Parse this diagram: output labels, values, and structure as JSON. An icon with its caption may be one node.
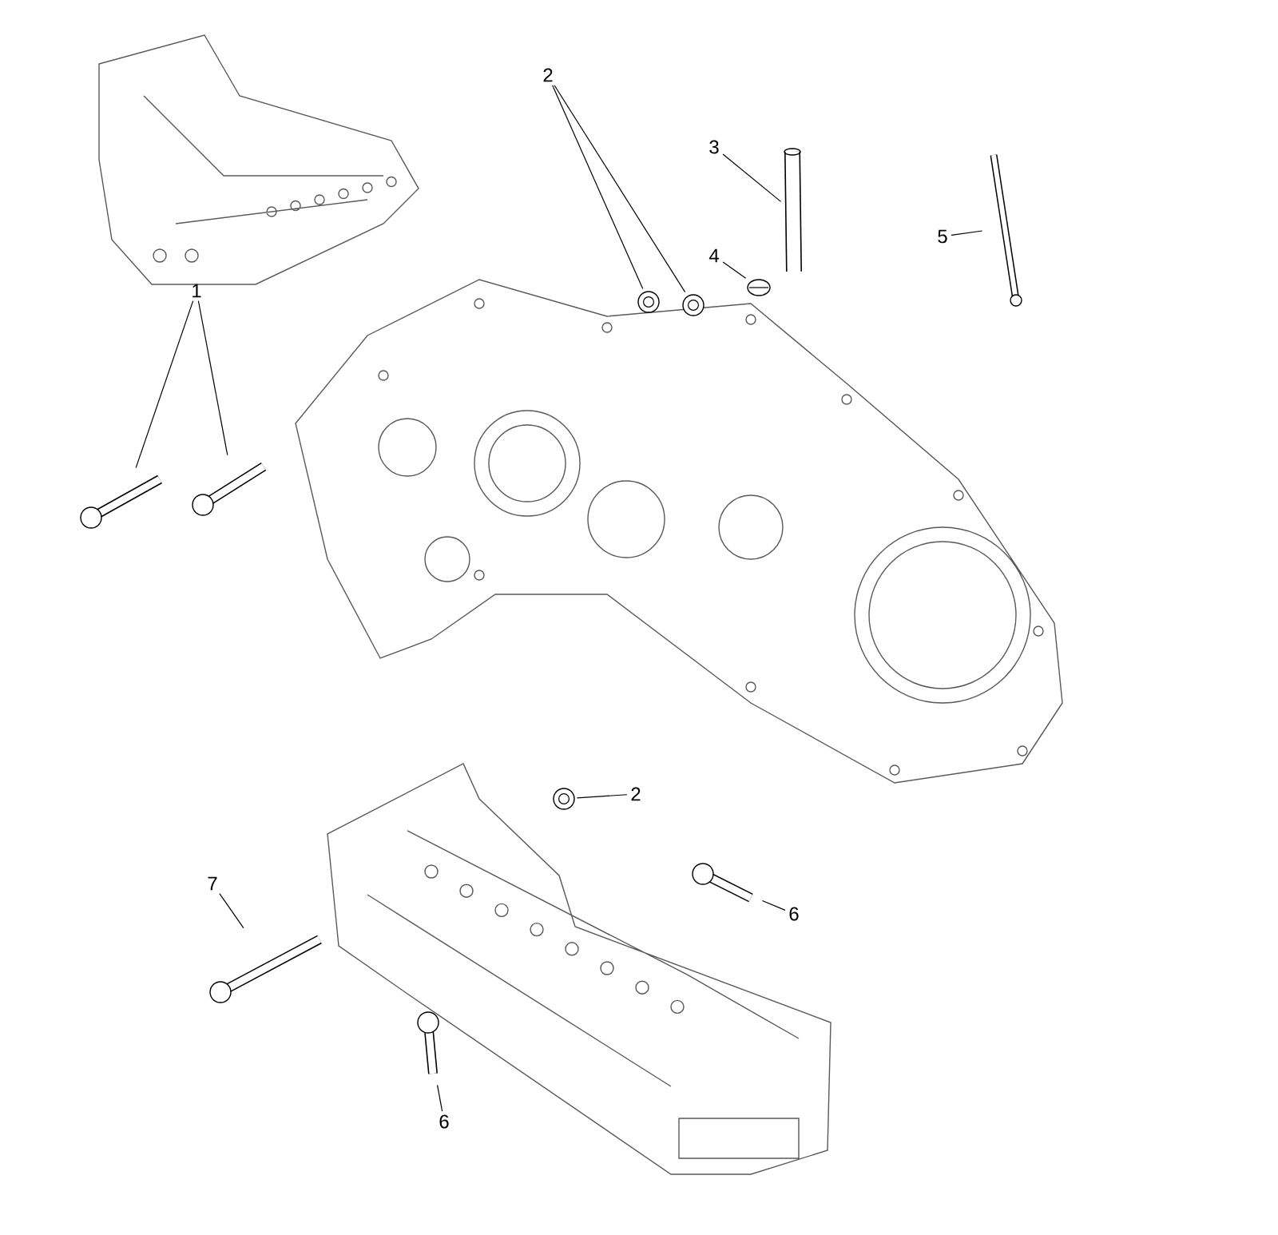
{
  "diagram": {
    "nodes": [
      {
        "text": [
          "2"
        ]
      },
      {
        "text": [
          "3"
        ]
      },
      {
        "text": [
          "4"
        ]
      },
      {
        "text": [
          "5"
        ]
      },
      {
        "text": [
          "1"
        ]
      },
      {
        "text": [
          "2"
        ]
      },
      {
        "text": [
          "6"
        ]
      },
      {
        "text": [
          "7"
        ]
      },
      {
        "text": [
          "6"
        ]
      },
      {
        "text": [],
        "shape": "picture"
      },
      {
        "text": [],
        "shape": "picture"
      },
      {
        "text": [],
        "shape": "picture"
      },
      {
        "text": [],
        "shape": "picture"
      },
      {
        "text": [],
        "shape": "picture"
      },
      {
        "text": [],
        "shape": "picture"
      },
      {
        "text": [],
        "shape": "picture"
      },
      {
        "text": [],
        "shape": "picture"
      },
      {
        "text": [],
        "shape": "picture"
      },
      {
        "text": [],
        "shape": "picture"
      },
      {
        "text": [],
        "shape": "picture"
      }
    ],
    "edges": [
      {
        "from": 0,
        "to": 9,
        "arrow": "none"
      },
      {
        "from": 0,
        "to": 10,
        "arrow": "none"
      },
      {
        "from": 1,
        "to": 11,
        "arrow": "none"
      },
      {
        "from": 2,
        "to": 12,
        "arrow": "none"
      },
      {
        "from": 3,
        "to": 13,
        "arrow": "none"
      },
      {
        "from": 4,
        "to": 14,
        "arrow": "none"
      },
      {
        "from": 4,
        "to": 15,
        "arrow": "none"
      },
      {
        "from": 5,
        "to": 16,
        "arrow": "none"
      },
      {
        "from": 6,
        "to": 17,
        "arrow": "none"
      },
      {
        "from": 7,
        "to": 18,
        "arrow": "none"
      },
      {
        "from": 8,
        "to": 19,
        "arrow": "none"
      }
    ]
  }
}
